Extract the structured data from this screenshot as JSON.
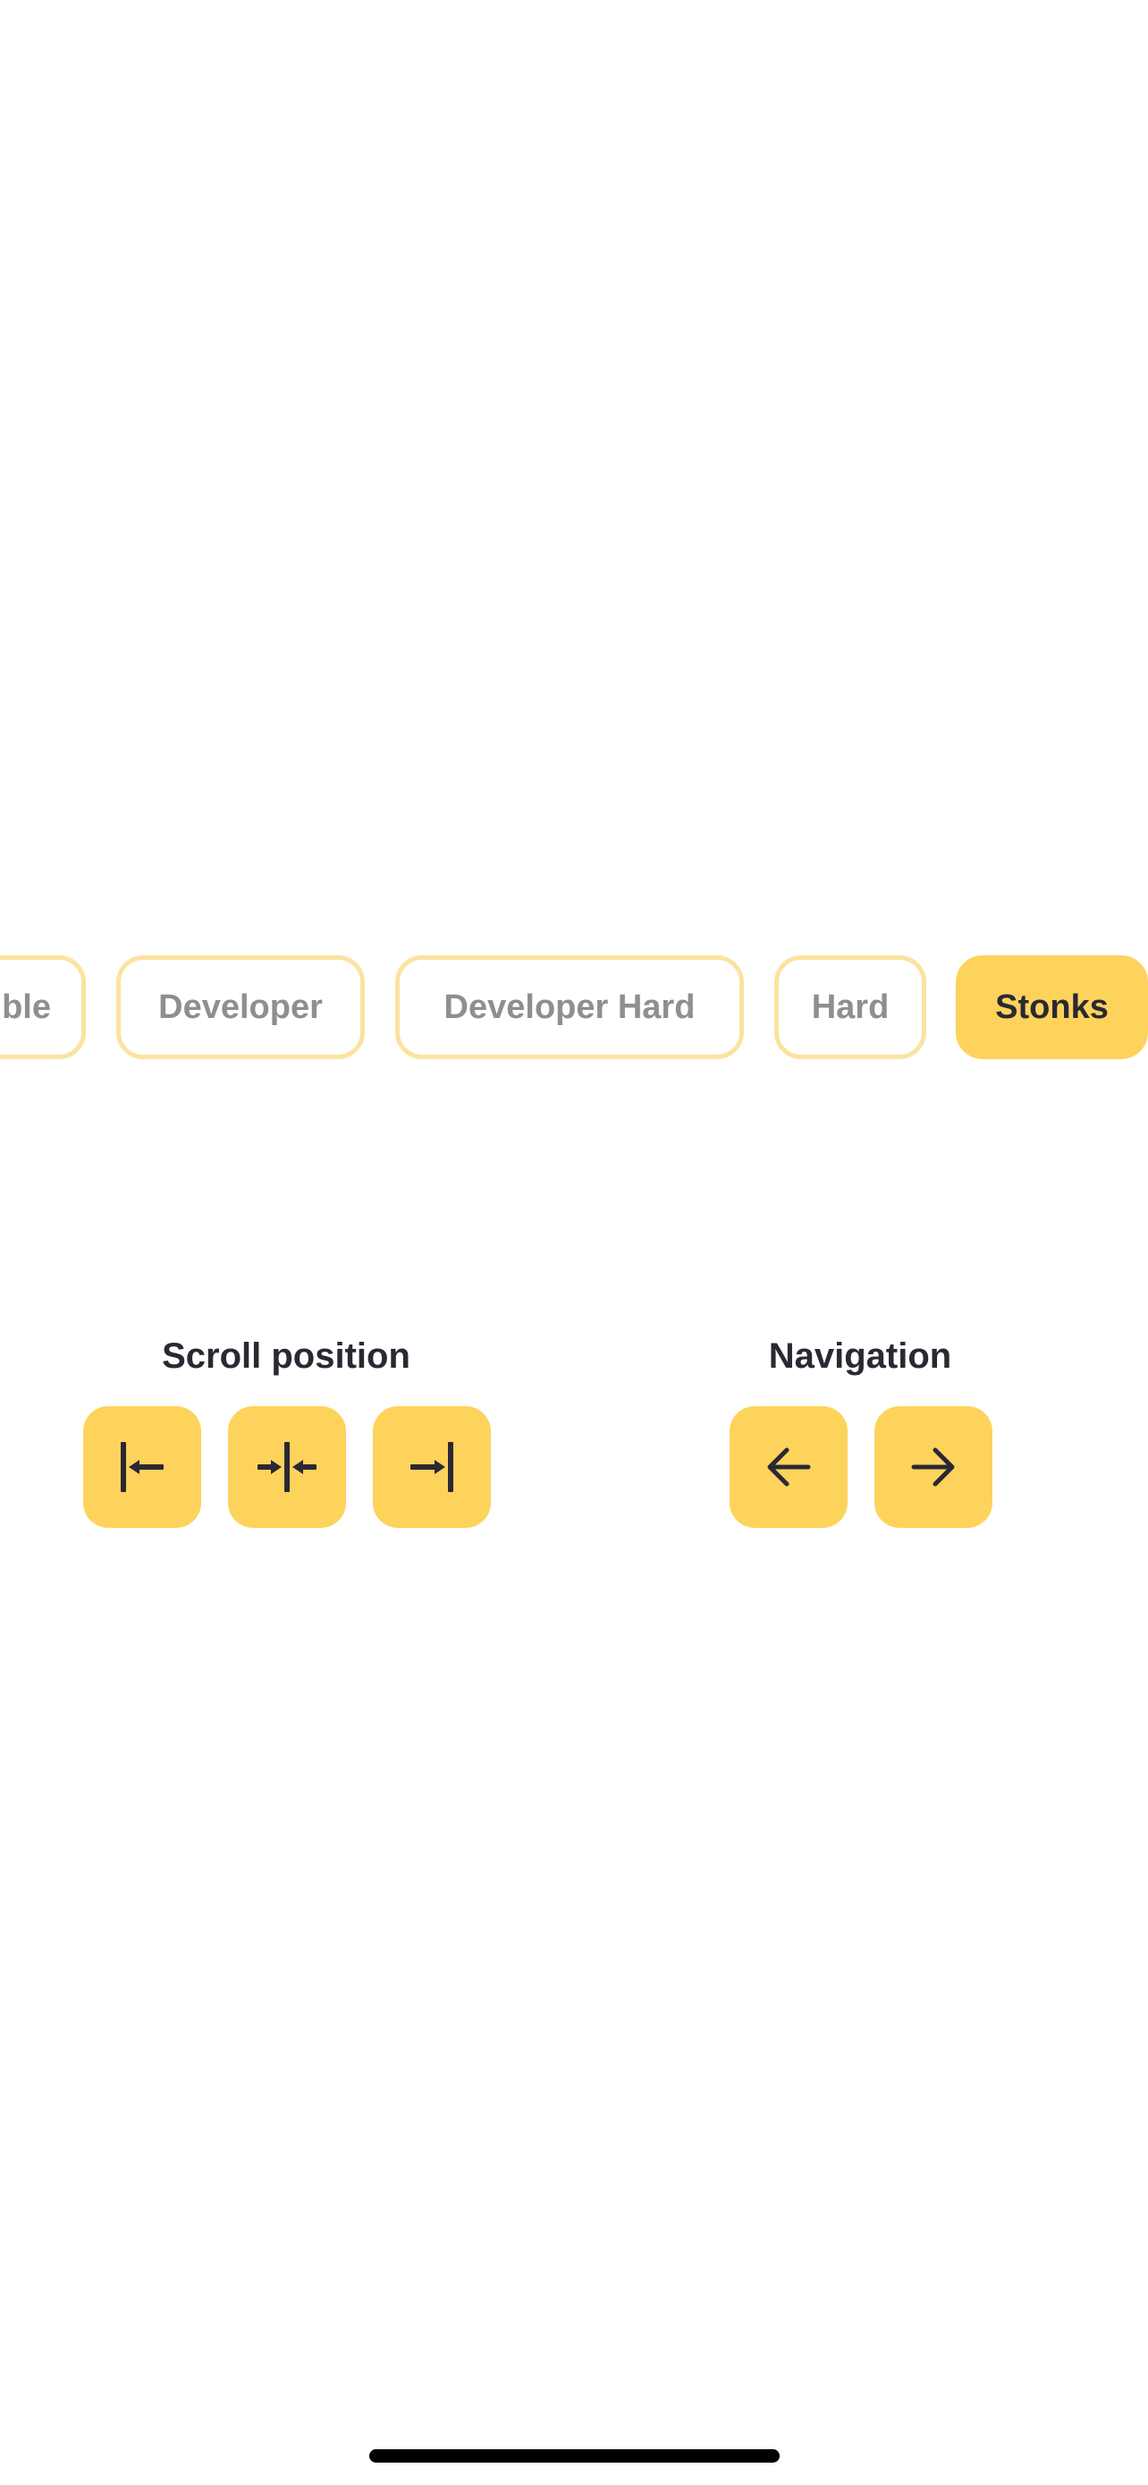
{
  "chips": [
    {
      "label": "ble",
      "selected": false
    },
    {
      "label": "Developer",
      "selected": false
    },
    {
      "label": "Developer Hard",
      "selected": false
    },
    {
      "label": "Hard",
      "selected": false
    },
    {
      "label": "Stonks",
      "selected": true
    }
  ],
  "scroll_section": {
    "title": "Scroll position",
    "buttons": [
      {
        "icon": "scroll-to-start-icon"
      },
      {
        "icon": "scroll-to-center-icon"
      },
      {
        "icon": "scroll-to-end-icon"
      }
    ]
  },
  "navigation_section": {
    "title": "Navigation",
    "buttons": [
      {
        "icon": "arrow-left-icon"
      },
      {
        "icon": "arrow-right-icon"
      }
    ]
  },
  "colors": {
    "accent": "#fdd35c",
    "chip_border": "#fbe3a0",
    "text_dark": "#2b2833",
    "text_muted": "#8e8e93",
    "background": "#ffffff"
  }
}
